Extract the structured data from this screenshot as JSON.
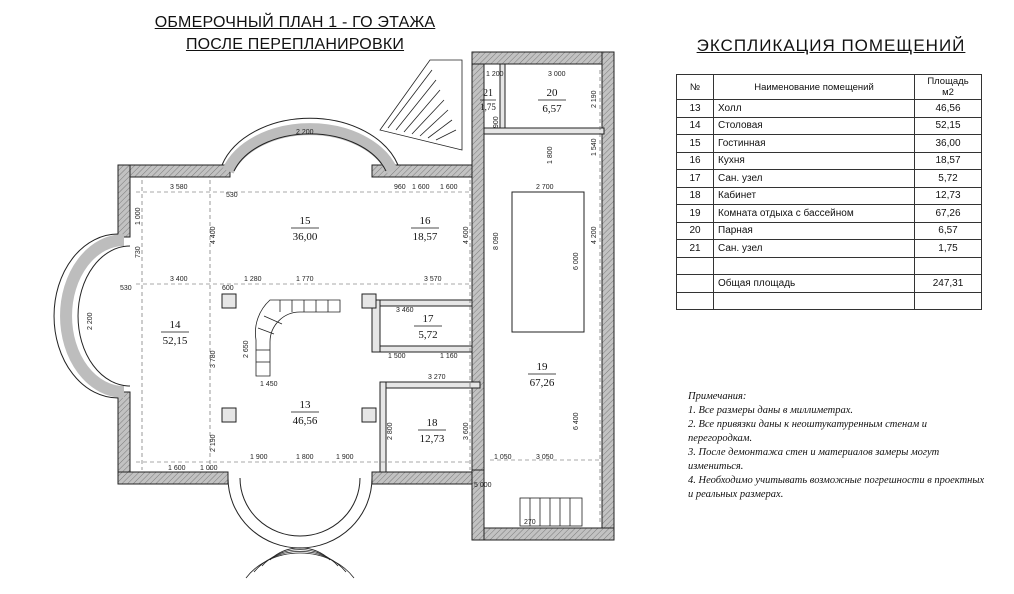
{
  "plan": {
    "title_line1": "ОБМЕРОЧНЫЙ ПЛАН 1 - ГО ЭТАЖА",
    "title_line2": "ПОСЛЕ ПЕРЕПЛАНИРОВКИ",
    "rooms": [
      {
        "number": "13",
        "area": "46,56"
      },
      {
        "number": "14",
        "area": "52,15"
      },
      {
        "number": "15",
        "area": "36,00"
      },
      {
        "number": "16",
        "area": "18,57"
      },
      {
        "number": "17",
        "area": "5,72"
      },
      {
        "number": "18",
        "area": "12,73"
      },
      {
        "number": "19",
        "area": "67,26"
      },
      {
        "number": "20",
        "area": "6,57"
      },
      {
        "number": "21",
        "area": "1,75"
      }
    ],
    "dimensions": [
      "3 580",
      "1 600",
      "960",
      "1 600",
      "530",
      "4 400",
      "4 600",
      "1 000",
      "3 400",
      "1 280",
      "1 770",
      "3 570",
      "600",
      "2 650",
      "1 450",
      "3 780",
      "1 900",
      "1 800",
      "1 900",
      "2 190",
      "1 000",
      "1 600",
      "2 200",
      "2 700",
      "6 000",
      "3 270",
      "3 050",
      "6 400",
      "4 200",
      "3 460",
      "1 500",
      "1 160",
      "2 800",
      "3 600",
      "1 050",
      "3 000",
      "2 190",
      "1 540",
      "1 800",
      "8 090",
      "1 200",
      "900",
      "730",
      "530",
      "2 200",
      "5 000",
      "270"
    ]
  },
  "explication": {
    "title": "ЭКСПЛИКАЦИЯ ПОМЕЩЕНИЙ",
    "headers": {
      "number": "№",
      "name": "Наименование помещений",
      "area_line1": "Площадь",
      "area_line2": "м2"
    },
    "rows": [
      {
        "number": "13",
        "name": "Холл",
        "area": "46,56"
      },
      {
        "number": "14",
        "name": "Столовая",
        "area": "52,15"
      },
      {
        "number": "15",
        "name": "Гостинная",
        "area": "36,00"
      },
      {
        "number": "16",
        "name": "Кухня",
        "area": "18,57"
      },
      {
        "number": "17",
        "name": "Сан. узел",
        "area": "5,72"
      },
      {
        "number": "18",
        "name": "Кабинет",
        "area": "12,73"
      },
      {
        "number": "19",
        "name": "Комната отдыха с бассейном",
        "area": "67,26"
      },
      {
        "number": "20",
        "name": "Парная",
        "area": "6,57"
      },
      {
        "number": "21",
        "name": "Сан. узел",
        "area": "1,75"
      }
    ],
    "total_label": "Общая площадь",
    "total_area": "247,31"
  },
  "notes": {
    "header": "Примечания:",
    "items": [
      "1. Все размеры даны в миллиметрах.",
      "2. Все привязки даны к неоштукатуренным стенам и перегородкам.",
      "3. После демонтажа стен и материалов замеры могут измениться.",
      "4. Необходимо учитывать возможные погрешности в проектных и реальных размерах."
    ]
  },
  "colors": {
    "wall_fill": "#b8b8b8",
    "wall_stroke": "#222222",
    "grid": "#555555"
  }
}
